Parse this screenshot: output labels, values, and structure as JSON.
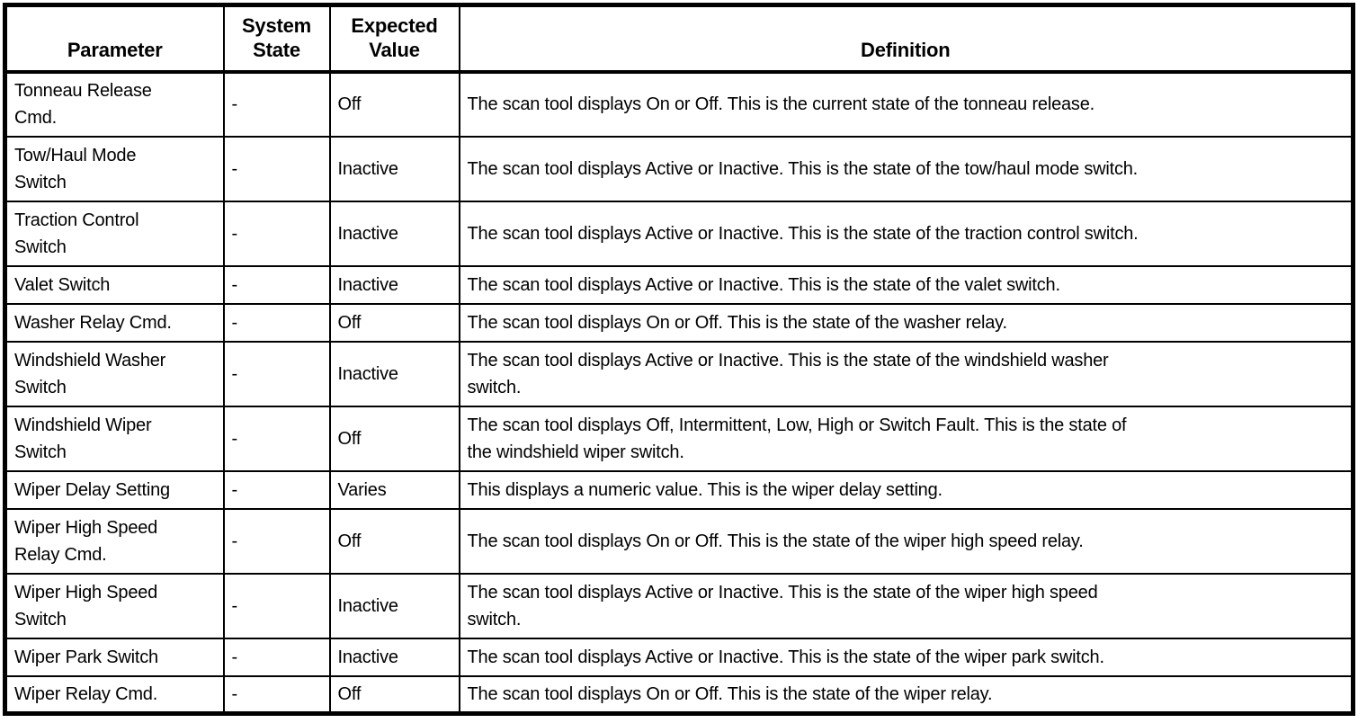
{
  "page": {
    "background_color": "#ffffff",
    "border_color": "#000000",
    "text_color": "#000000"
  },
  "table": {
    "headers": [
      "Parameter",
      "System State",
      "Expected Value",
      "Definition"
    ],
    "rows": [
      {
        "parameter": "Tonneau Release\nCmd.",
        "system_state": "-",
        "expected_value": "Off",
        "definition": "The scan tool displays On or Off. This is the current state of the tonneau release."
      },
      {
        "parameter": "Tow/Haul Mode\nSwitch",
        "system_state": "-",
        "expected_value": "Inactive",
        "definition": "The scan tool displays Active or Inactive. This is the state of the tow/haul mode switch."
      },
      {
        "parameter": "Traction Control\nSwitch",
        "system_state": "-",
        "expected_value": "Inactive",
        "definition": "The scan tool displays Active or Inactive. This is the state of the traction control switch."
      },
      {
        "parameter": "Valet Switch",
        "system_state": "-",
        "expected_value": "Inactive",
        "definition": "The scan tool displays Active or Inactive. This is the state of the valet switch."
      },
      {
        "parameter": "Washer Relay Cmd.",
        "system_state": "-",
        "expected_value": "Off",
        "definition": "The scan tool displays On or Off. This is the state of the washer relay."
      },
      {
        "parameter": "Windshield Washer\nSwitch",
        "system_state": "-",
        "expected_value": "Inactive",
        "definition": "The scan tool displays Active or Inactive. This is the state of the windshield washer\nswitch."
      },
      {
        "parameter": "Windshield Wiper\nSwitch",
        "system_state": "-",
        "expected_value": "Off",
        "definition": "The scan tool displays Off, Intermittent, Low, High or Switch Fault. This is the state of\nthe windshield wiper switch."
      },
      {
        "parameter": "Wiper Delay Setting",
        "system_state": "-",
        "expected_value": "Varies",
        "definition": "This displays a numeric value. This is the wiper delay setting."
      },
      {
        "parameter": "Wiper High Speed\nRelay Cmd.",
        "system_state": "-",
        "expected_value": "Off",
        "definition": "The scan tool displays On or Off. This is the state of the wiper high speed relay."
      },
      {
        "parameter": "Wiper High Speed\nSwitch",
        "system_state": "-",
        "expected_value": "Inactive",
        "definition": "The scan tool displays Active or Inactive. This is the state of the wiper high speed\nswitch."
      },
      {
        "parameter": "Wiper Park Switch",
        "system_state": "-",
        "expected_value": "Inactive",
        "definition": "The scan tool displays Active or Inactive. This is the state of the wiper park switch."
      },
      {
        "parameter": "Wiper Relay Cmd.",
        "system_state": "-",
        "expected_value": "Off",
        "definition": "The scan tool displays On or Off. This is the state of the wiper relay."
      }
    ]
  }
}
